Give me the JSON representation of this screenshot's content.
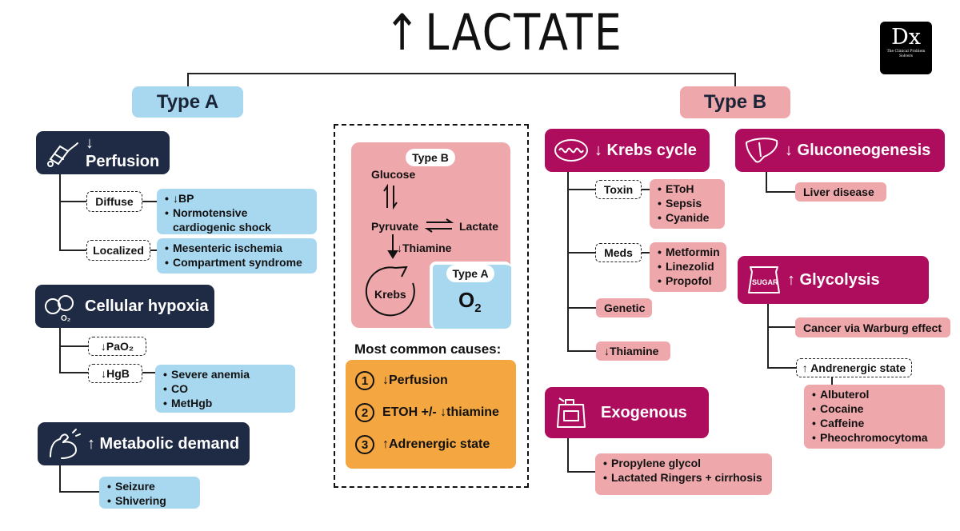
{
  "header": {
    "title_arrow": "↑",
    "title": "LACTATE",
    "logo_text": "Dx",
    "logo_subtitle": "The Clinical Problem Solvers"
  },
  "colors": {
    "type_a_light": "#a8d8f0",
    "type_a_dark": "#1f2a44",
    "type_b_light": "#eea7ab",
    "type_b_dark": "#ae0c5d",
    "highlight": "#f4a640"
  },
  "type_a": {
    "label": "Type A",
    "perfusion": {
      "label": "↓ Perfusion",
      "icon": "blood-pressure-cuff-icon",
      "diffuse_label": "Diffuse",
      "diffuse_items": [
        "↓BP",
        "Normotensive cardiogenic shock"
      ],
      "localized_label": "Localized",
      "localized_items": [
        "Mesenteric ischemia",
        "Compartment syndrome"
      ]
    },
    "hypoxia": {
      "label": "Cellular hypoxia",
      "icon": "oxygen-bubbles-icon",
      "icon_text": "O₂",
      "pao2_label": "↓PaO₂",
      "hgb_label": "↓HgB",
      "hgb_items": [
        "Severe anemia",
        "CO",
        "MetHgb"
      ]
    },
    "metabolic": {
      "label": "↑ Metabolic demand",
      "icon": "flexing-arm-icon",
      "items": [
        "Seizure",
        "Shivering"
      ]
    }
  },
  "center": {
    "type_b_pill": "Type B",
    "glucose": "Glucose",
    "pyruvate": "Pyruvate",
    "lactate": "Lactate",
    "thiamine": "↓Thiamine",
    "krebs": "Krebs",
    "type_a_pill": "Type A",
    "o2": "O",
    "o2_sub": "2",
    "most_common_title": "Most common causes:",
    "causes": [
      {
        "num": "1",
        "text": "↓Perfusion"
      },
      {
        "num": "2",
        "text": "ETOH +/- ↓thiamine"
      },
      {
        "num": "3",
        "text": "↑Adrenergic state"
      }
    ]
  },
  "type_b": {
    "label": "Type B",
    "krebs": {
      "label": "↓ Krebs cycle",
      "icon": "mitochondria-icon",
      "toxin_label": "Toxin",
      "toxin_items": [
        "EToH",
        "Sepsis",
        "Cyanide"
      ],
      "meds_label": "Meds",
      "meds_items": [
        "Metformin",
        "Linezolid",
        "Propofol"
      ],
      "genetic_label": "Genetic",
      "thiamine_label": "↓Thiamine"
    },
    "gluconeogenesis": {
      "label": "↓ Gluconeogenesis",
      "icon": "liver-icon",
      "liver_label": "Liver disease"
    },
    "glycolysis": {
      "label": "↑ Glycolysis",
      "icon": "sugar-bag-icon",
      "icon_text": "SUGAR",
      "warburg_label": "Cancer via Warburg effect",
      "adrenergic_label": "↑ Andrenergic state",
      "adrenergic_items": [
        "Albuterol",
        "Cocaine",
        "Caffeine",
        "Pheochromocytoma"
      ]
    },
    "exogenous": {
      "label": "Exogenous",
      "icon": "jerrycan-icon",
      "items": [
        "Propylene glycol",
        "Lactated Ringers + cirrhosis"
      ]
    }
  }
}
